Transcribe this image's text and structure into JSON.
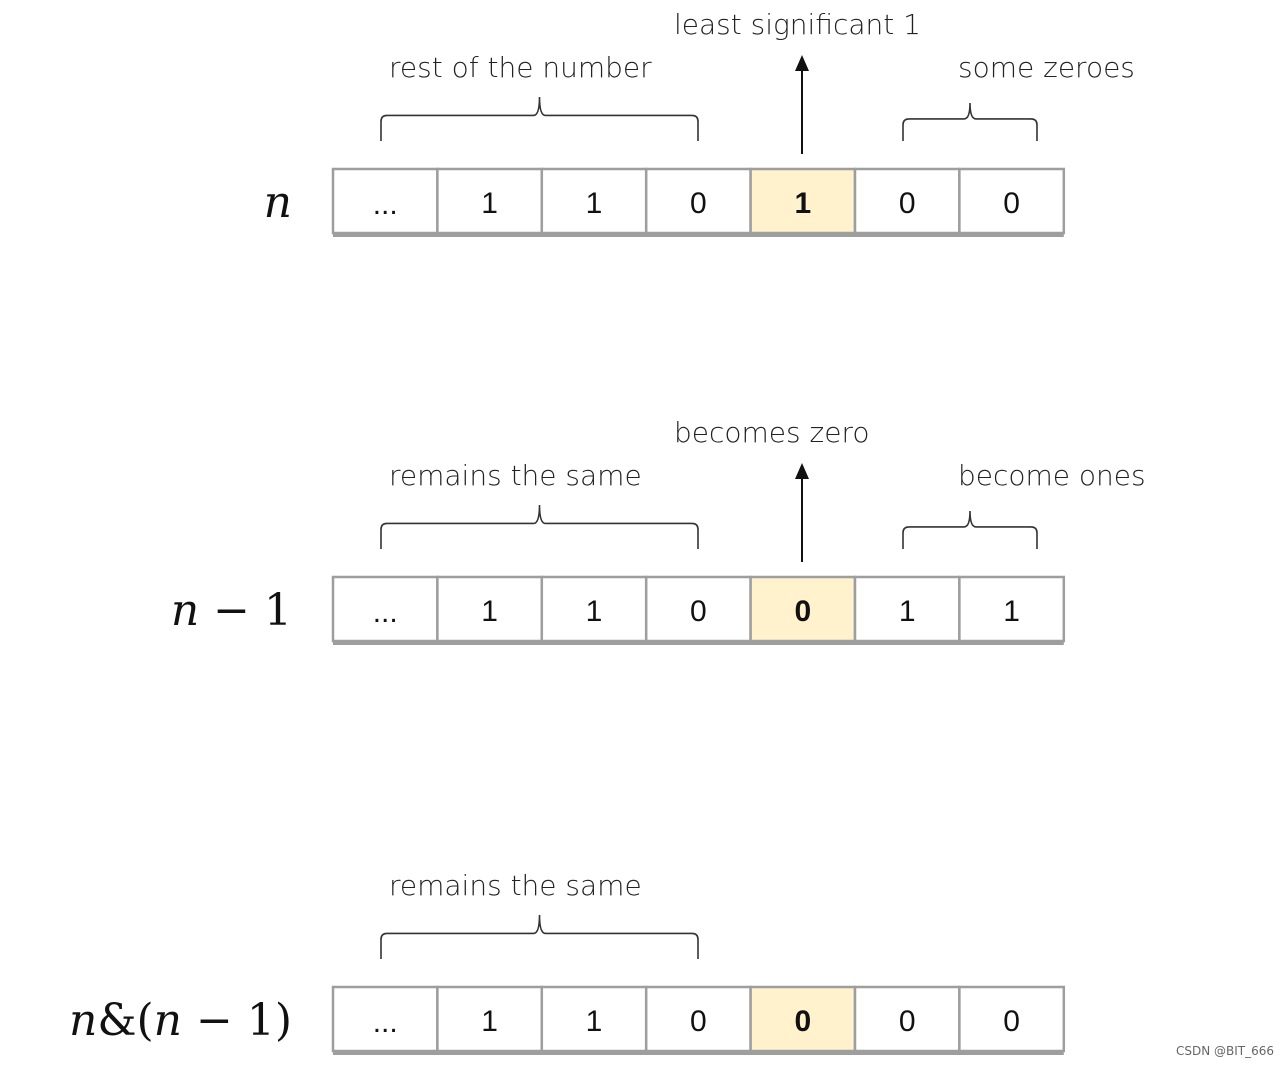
{
  "diagram": {
    "rows": [
      {
        "label": "n",
        "cells": [
          "...",
          "1",
          "1",
          "0",
          "1",
          "0",
          "0"
        ],
        "highlight_index": 4,
        "annotations": {
          "left_brace": "rest of the number",
          "arrow": "least significant 1",
          "right_brace": "some zeroes"
        }
      },
      {
        "label": "n − 1",
        "cells": [
          "...",
          "1",
          "1",
          "0",
          "0",
          "1",
          "1"
        ],
        "highlight_index": 4,
        "annotations": {
          "left_brace": "remains the same",
          "arrow": "becomes zero",
          "right_brace": "become ones"
        }
      },
      {
        "label": "n&(n − 1)",
        "cells": [
          "...",
          "1",
          "1",
          "0",
          "0",
          "0",
          "0"
        ],
        "highlight_index": 4,
        "annotations": {
          "left_brace": "remains the same",
          "arrow": "",
          "right_brace": ""
        }
      }
    ],
    "colors": {
      "highlight": "#fff2cc",
      "cell_border": "#9e9e9e",
      "text": "#111111"
    }
  },
  "watermark": "CSDN @BIT_666"
}
